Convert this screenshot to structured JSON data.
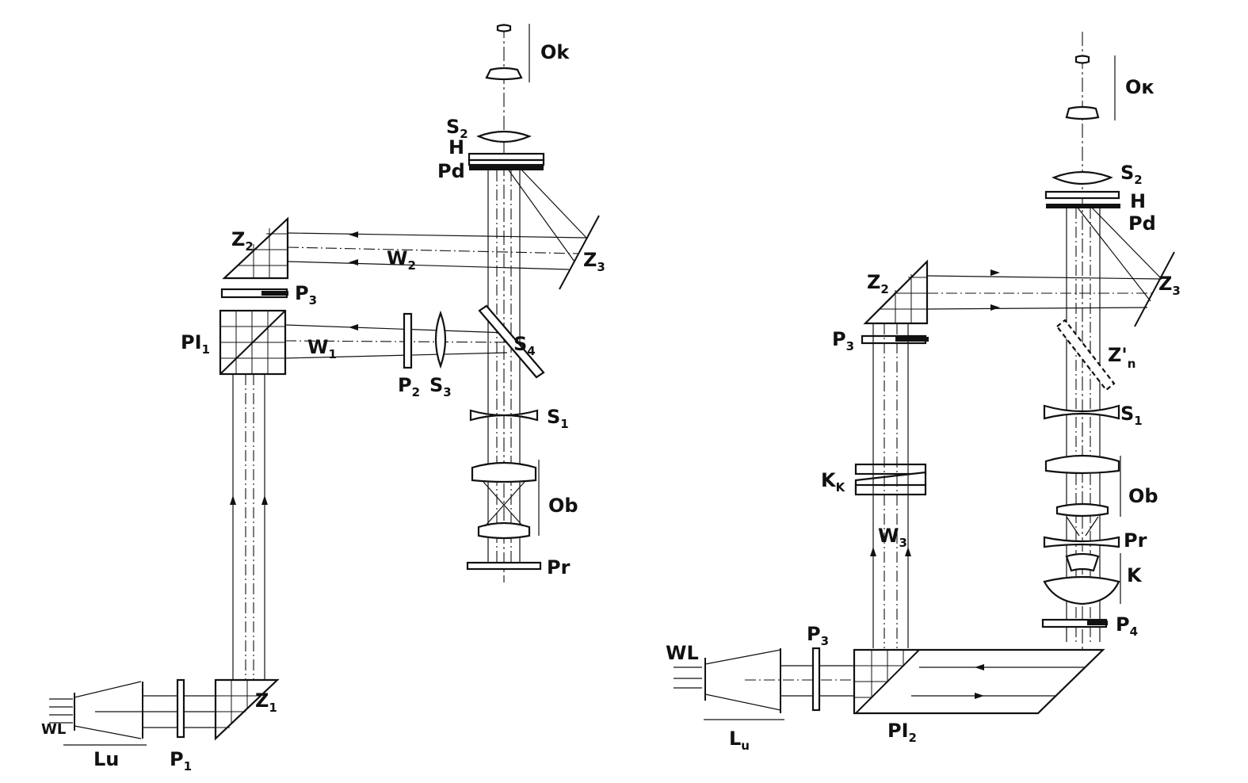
{
  "left_setup": {
    "labels": {
      "ok": "Ok",
      "s2": "S",
      "s2_sub": "2",
      "h": "H",
      "pd": "Pd",
      "z2": "Z",
      "z2_sub": "2",
      "w2": "W",
      "w2_sub": "2",
      "z3": "Z",
      "z3_sub": "3",
      "p3": "P",
      "p3_sub": "3",
      "pi1": "PI",
      "pi1_sub": "1",
      "w1": "W",
      "w1_sub": "1",
      "s4": "S",
      "s4_sub": "4",
      "p2": "P",
      "p2_sub": "2",
      "s3": "S",
      "s3_sub": "3",
      "s1": "S",
      "s1_sub": "1",
      "ob": "Ob",
      "pr": "Pr",
      "wl": "WL",
      "lu": "Lu",
      "p1": "P",
      "p1_sub": "1",
      "z1": "Z",
      "z1_sub": "1"
    }
  },
  "right_setup": {
    "labels": {
      "ok": "Oк",
      "s2": "S",
      "s2_sub": "2",
      "h": "H",
      "pd": "Pd",
      "z2": "Z",
      "z2_sub": "2",
      "z3": "Z",
      "z3_sub": "3",
      "p3": "P",
      "p3_sub": "3",
      "zn": "Z'",
      "zn_sub": "n",
      "s1": "S",
      "s1_sub": "1",
      "kk": "K",
      "kk_sub": "K",
      "ob": "Ob",
      "w3": "W",
      "w3_sub": "3",
      "pr": "Pr",
      "k": "K",
      "p4": "P",
      "p4_sub": "4",
      "wl": "WL",
      "p3b": "P",
      "p3b_sub": "3",
      "lu": "L",
      "lu_sub": "u",
      "pi2": "PI",
      "pi2_sub": "2"
    }
  }
}
